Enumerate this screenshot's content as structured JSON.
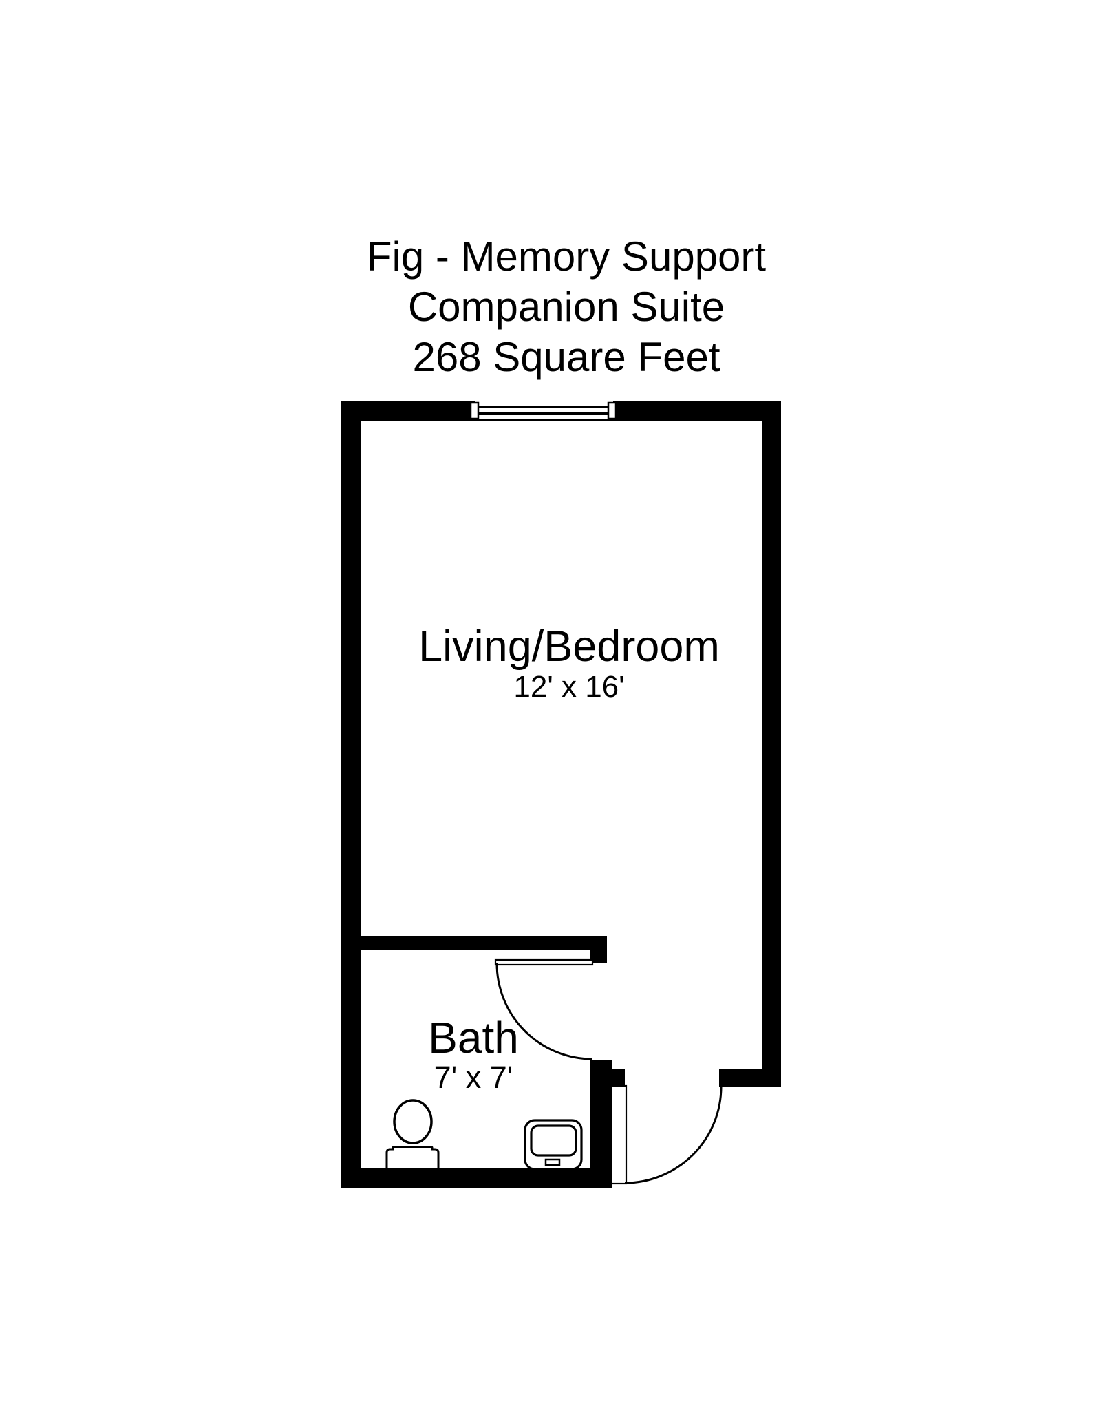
{
  "figure": {
    "title_line1": "Fig - Memory Support",
    "title_line2": "Companion Suite",
    "title_line3": "268 Square Feet"
  },
  "rooms": {
    "living": {
      "name": "Living/Bedroom",
      "dimensions": "12' x 16'"
    },
    "bath": {
      "name": "Bath",
      "dimensions": "7' x 7'"
    }
  },
  "plan": {
    "fixtures": [
      {
        "name": "toilet",
        "room": "bath"
      },
      {
        "name": "sink",
        "room": "bath"
      }
    ],
    "openings": [
      {
        "name": "window",
        "wall": "top"
      },
      {
        "name": "bath-door",
        "type": "swing"
      },
      {
        "name": "entry-door",
        "type": "swing"
      }
    ]
  },
  "colors": {
    "wall": "#000000",
    "background": "#ffffff"
  }
}
